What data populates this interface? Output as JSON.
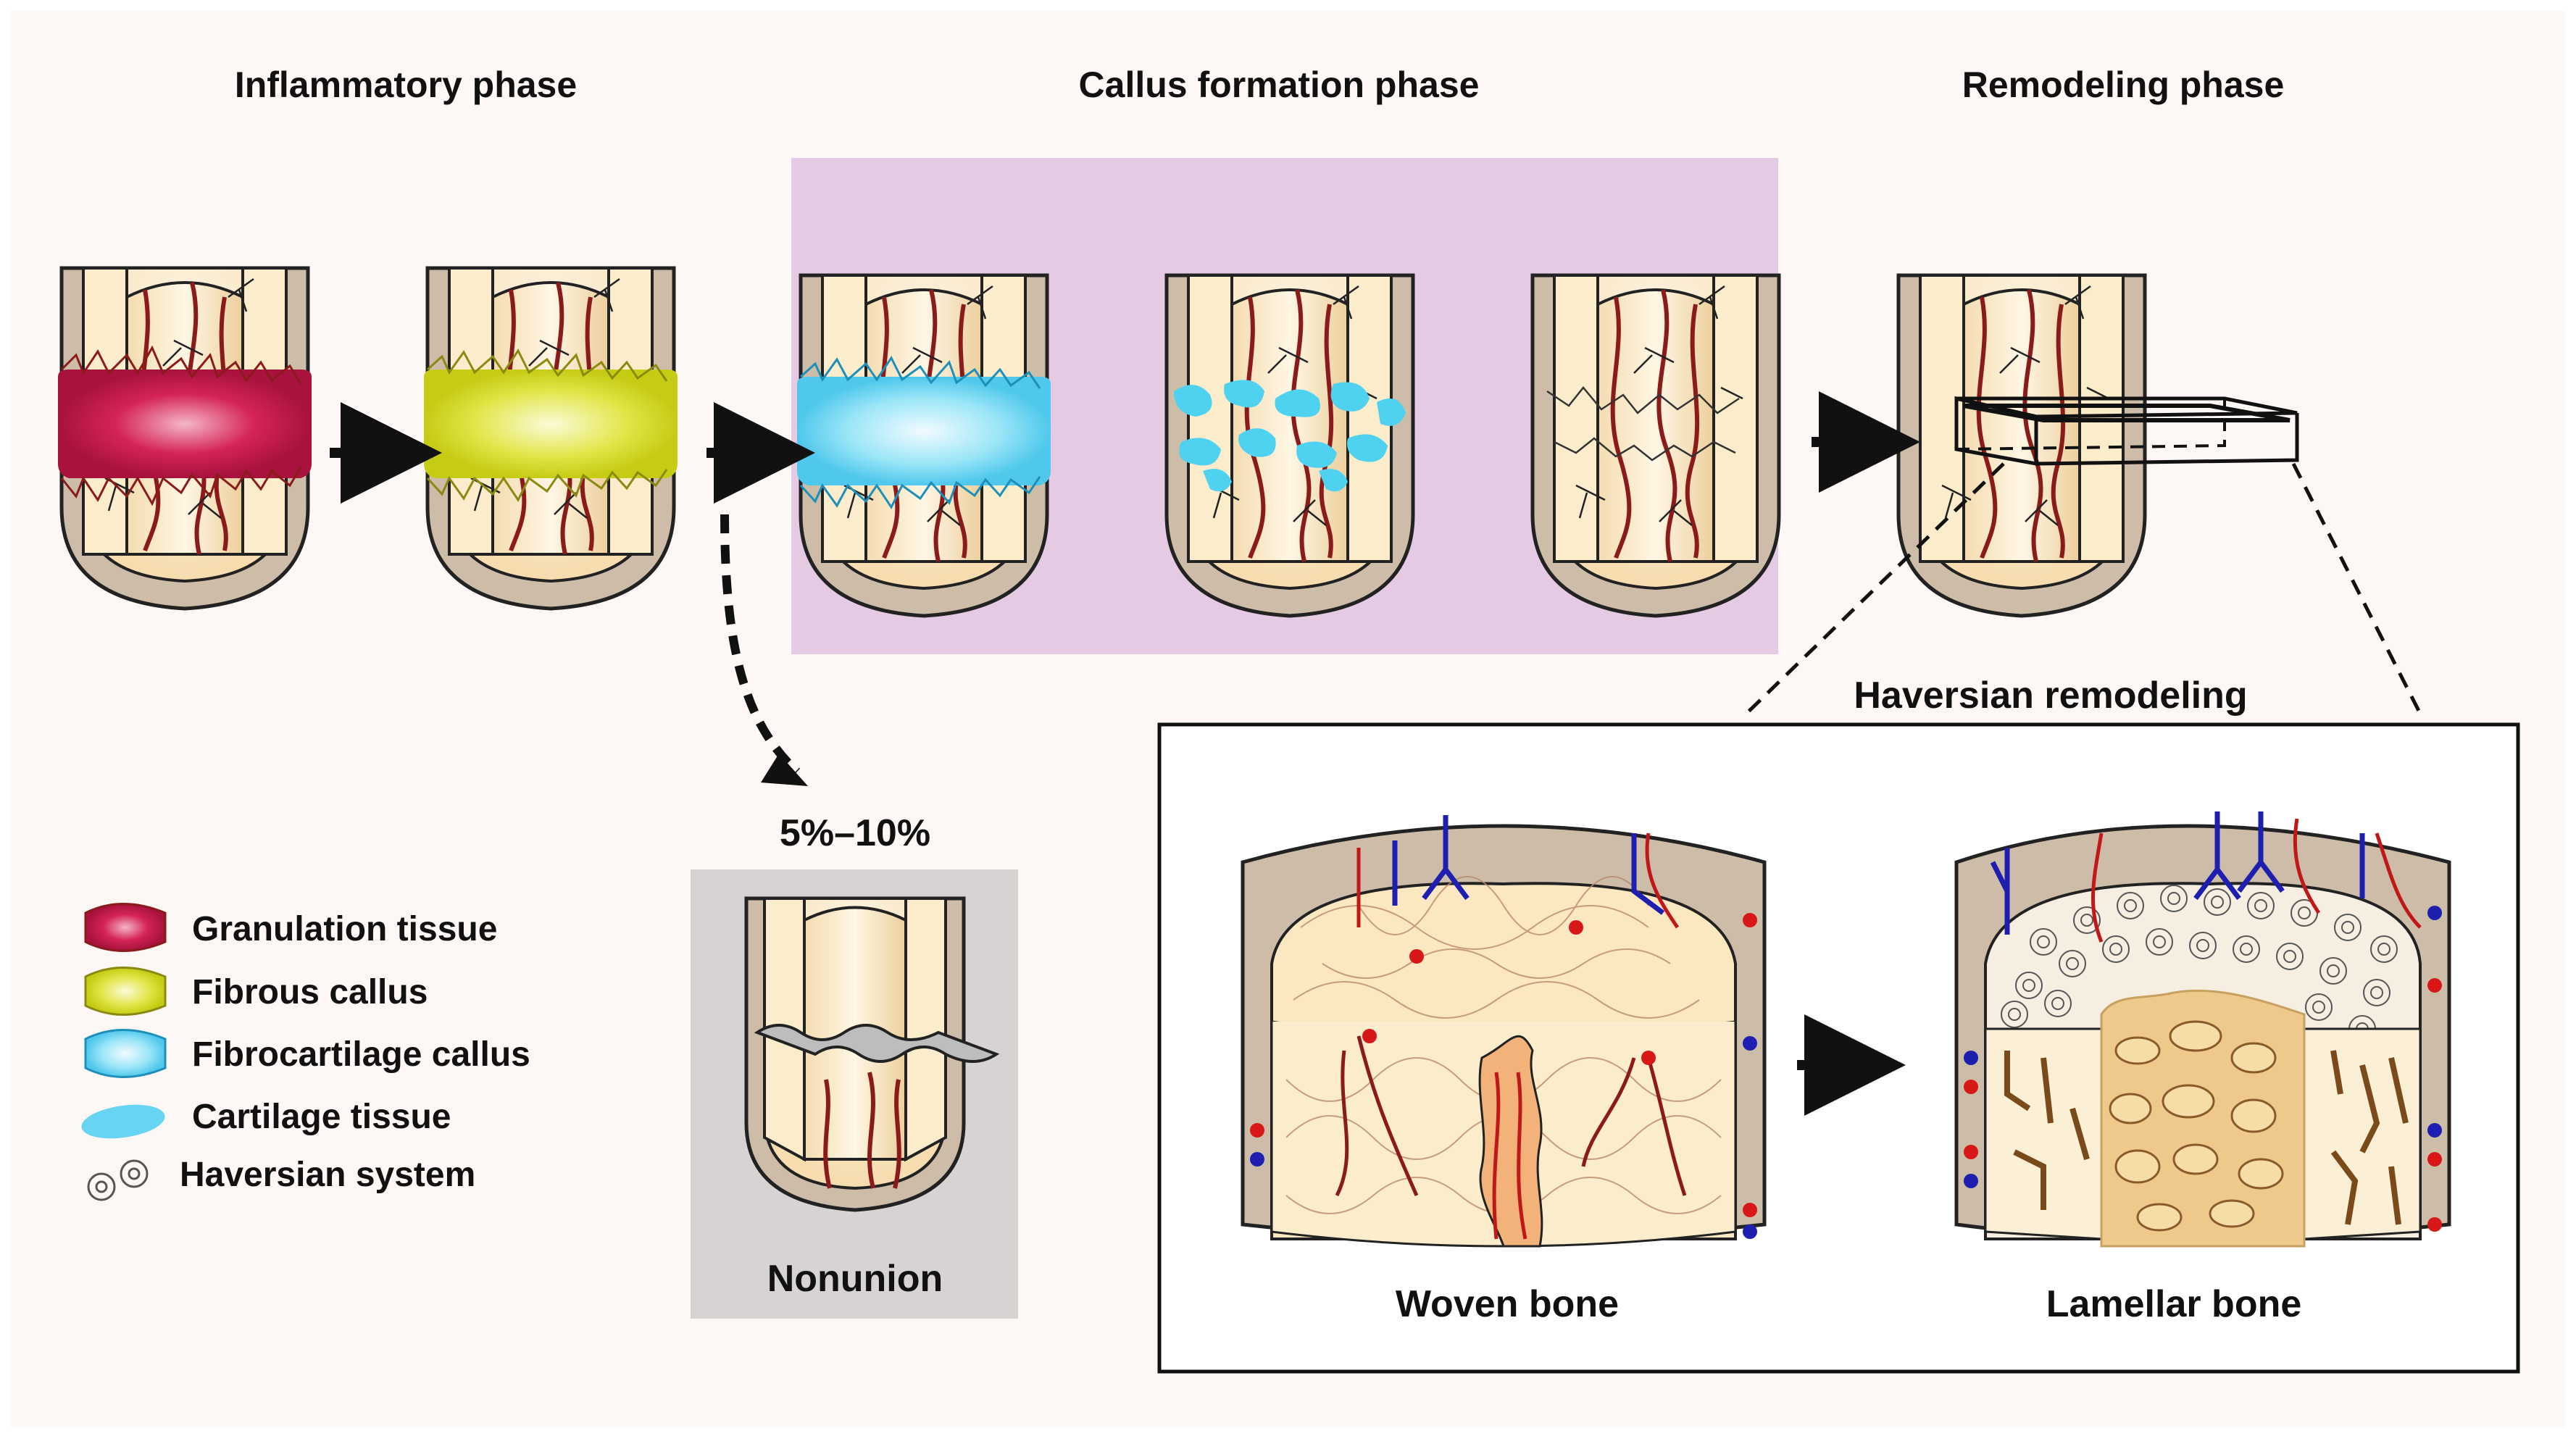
{
  "phases": {
    "inflammatory": "Inflammatory phase",
    "callus": "Callus formation phase",
    "remodeling": "Remodeling phase"
  },
  "nonunion": {
    "percent": "5%–10%",
    "label": "Nonunion"
  },
  "haversian": {
    "title": "Haversian remodeling",
    "woven": "Woven bone",
    "lamellar": "Lamellar bone"
  },
  "legend": [
    {
      "label": "Granulation tissue",
      "color": "#c8184a"
    },
    {
      "label": "Fibrous callus",
      "color": "#d8e020"
    },
    {
      "label": "Fibrocartilage callus",
      "color": "#5fd0ee"
    },
    {
      "label": "Cartilage tissue",
      "color": "#66d4f2"
    },
    {
      "label": "Haversian system",
      "color": "#777777"
    }
  ],
  "colors": {
    "background": "#fdf8f6",
    "callus_box": "#e4cbe3",
    "nonunion_box": "#d7d3d2",
    "bone": "#fcebc8",
    "periosteum": "#c9b8a4",
    "vessel_red": "#8b1a1a",
    "vessel_blue": "#2a2aa0"
  }
}
